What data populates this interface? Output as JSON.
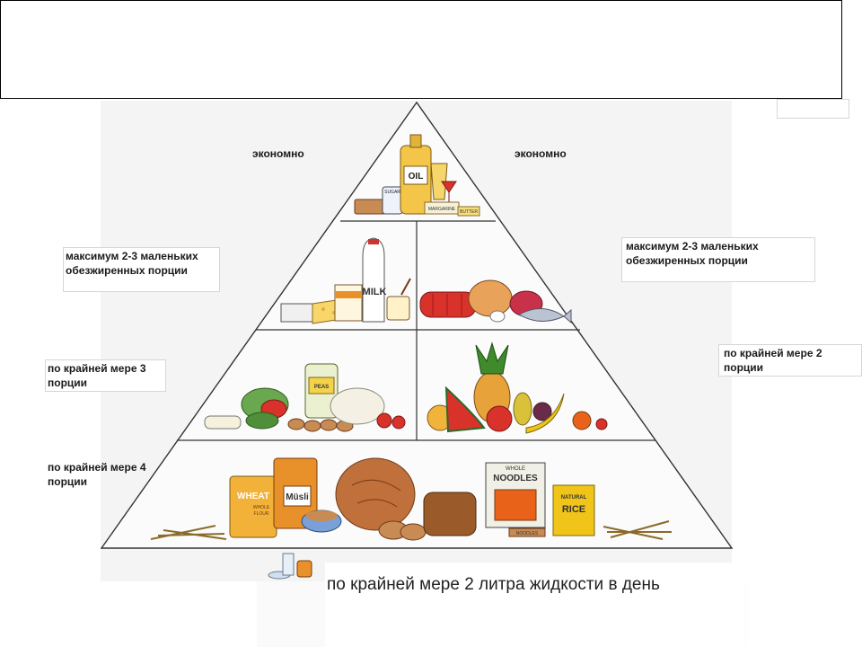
{
  "pyramid": {
    "top_left": "экономно",
    "top_right": "экономно",
    "tier2_left": [
      "максимум 2-3 маленьких",
      "обезжиренных порции"
    ],
    "tier2_right": [
      "максимум 2-3 маленьких",
      "обезжиренных порции"
    ],
    "tier3_left": [
      "по крайней мере 3",
      "порции"
    ],
    "tier3_right": [
      "по крайней мере 2",
      "порции"
    ],
    "tier4_left": [
      "по крайней мере 4",
      "порции"
    ],
    "water": "по крайней мере 2 литра жидкости в день"
  },
  "packaging": {
    "oil": "OIL",
    "sugar": "SUGAR",
    "margarine": "MARGARINE",
    "butter": "BUTTER",
    "milk": "MILK",
    "peas": "PEAS",
    "wheat": "WHEAT",
    "wheat_sub": [
      "WHOLE",
      "FLOUR"
    ],
    "musli": "Müsli",
    "noodles": [
      "WHOLE",
      "NOODLES"
    ],
    "noodles_small": "NOODLES",
    "rice": [
      "NATURAL",
      "RICE"
    ]
  },
  "colors": {
    "pyramid_line": "#333333",
    "bread": "#c0703a",
    "tomato": "#d8322a",
    "banana": "#f0c419",
    "packaging_orange": "#e8912a"
  }
}
